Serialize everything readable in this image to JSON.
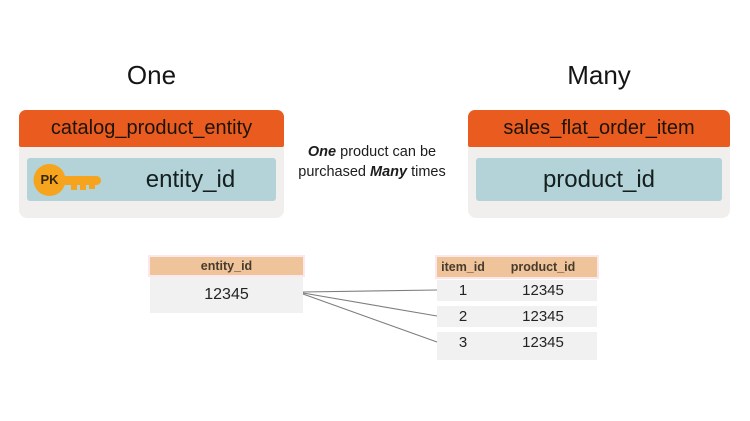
{
  "headings": {
    "one": "One",
    "many": "Many"
  },
  "annotation": {
    "one": "One",
    "line1_rest": " product can be",
    "line2_pre": "purchased ",
    "many": "Many",
    "line2_post": " times"
  },
  "left_entity": {
    "title": "catalog_product_entity",
    "pk_label": "PK",
    "field": "entity_id"
  },
  "right_entity": {
    "title": "sales_flat_order_item",
    "field": "product_id"
  },
  "left_data_table": {
    "header": "entity_id",
    "value": "12345"
  },
  "right_data_table": {
    "headers": [
      "item_id",
      "product_id"
    ],
    "rows": [
      [
        "1",
        "12345"
      ],
      [
        "2",
        "12345"
      ],
      [
        "3",
        "12345"
      ]
    ]
  },
  "colors": {
    "entity_header_orange": "#e95b1e",
    "entity_card_gray": "#f0efee",
    "field_teal": "#b3d3d8",
    "key_yellow": "#f6a41d",
    "mini_header_peach": "#f0c49b",
    "mini_header_outline_pink": "#fce8eb",
    "mini_row_gray": "#f1f1f1",
    "connector_gray": "#7d7d7d"
  }
}
